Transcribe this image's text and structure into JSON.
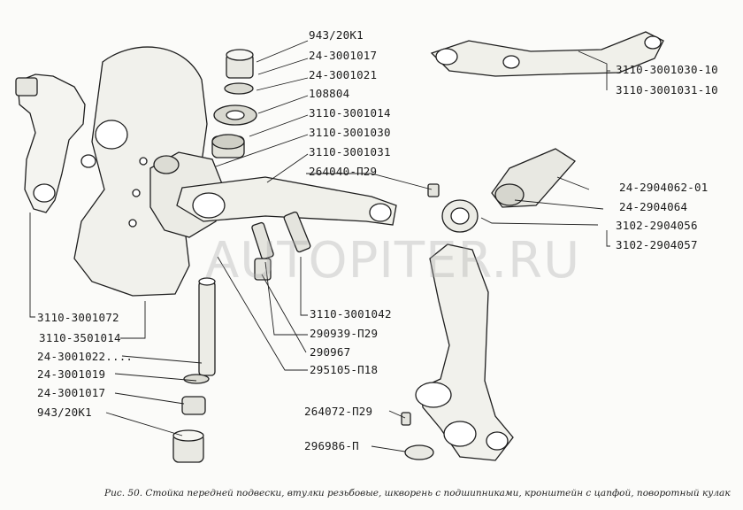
{
  "watermark": "AUTOPITER.RU",
  "caption": "Рис. 50. Стойка передней подвески, втулки резьбовые, шкворень с подшипниками, кронштейн с цапфой, поворотный кулак",
  "labels": {
    "l943_top": "943/20К1",
    "l24_3001017_top": "24-3001017",
    "l24_3001021": "24-3001021",
    "l108804": "108804",
    "l3110_3001014": "3110-3001014",
    "l3110_3001030": "3110-3001030",
    "l3110_3001031": "3110-3001031",
    "l264040": "264040-П29",
    "l3110_3001030_10": "3110-3001030-10",
    "l3110_3001031_10": "3110-3001031-10",
    "l24_2904062": "24-2904062-01",
    "l24_2904064": "24-2904064",
    "l3102_2904056": "3102-2904056",
    "l3102_2904057": "3102-2904057",
    "l3110_3001042": "3110-3001042",
    "l290939": "290939-П29",
    "l290967": "290967",
    "l295105": "295105-П18",
    "l3110_3001072": "3110-3001072",
    "l3110_3501014": "3110-3501014",
    "l24_3001022": "24-3001022....",
    "l24_3001019": "24-3001019",
    "l24_3001017_bot": "24-3001017",
    "l943_bot": "943/20К1",
    "l264072": "264072-П29",
    "l296986": "296986-П"
  }
}
